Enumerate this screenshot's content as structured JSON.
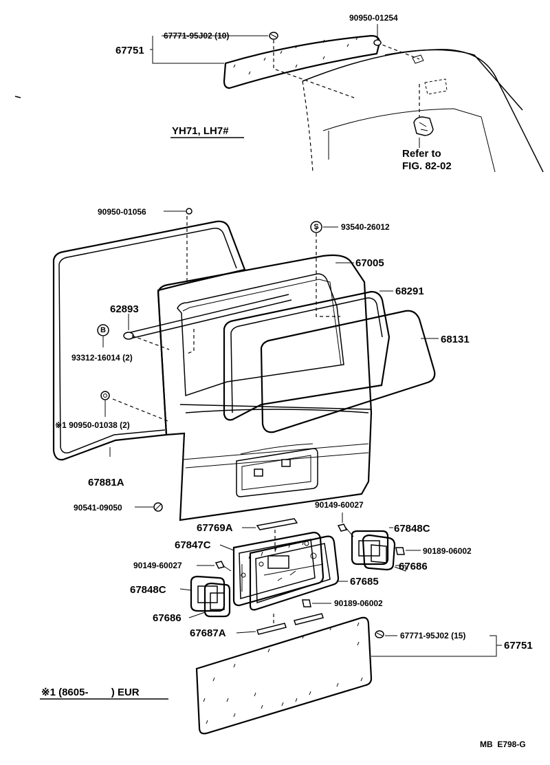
{
  "diagram": {
    "labels": {
      "p67771_top": "67771-95J02 (10)",
      "p67751_top": "67751",
      "p90950_01254": "90950-01254",
      "model": "YH71, LH7#",
      "refer1": "Refer to",
      "refer2": "FIG. 82-02",
      "p90950_01056": "90950-01056",
      "p93540": "93540-26012",
      "p67005": "67005",
      "p68291": "68291",
      "p62893": "62893",
      "p68131": "68131",
      "p93312": "93312-16014 (2)",
      "p90950_01038": "※1 90950-01038 (2)",
      "p67881A": "67881A",
      "p90541": "90541-09050",
      "p90149_r": "90149-60027",
      "p67769A": "67769A",
      "p67848C_r": "67848C",
      "p67847C": "67847C",
      "p90189_r": "90189-06002",
      "p90149_l": "90149-60027",
      "p67686_r": "67686",
      "p67848C_l": "67848C",
      "p67685": "67685",
      "p90189_l": "90189-06002",
      "p67686_l": "67686",
      "p67687A": "67687A",
      "p67771_bot": "67771-95J02 (15)",
      "p67751_bot": "67751",
      "note": "※1 (8605-        ) EUR",
      "code": "MB  E798-G"
    },
    "symbols": {
      "s": "S",
      "b": "B"
    }
  }
}
